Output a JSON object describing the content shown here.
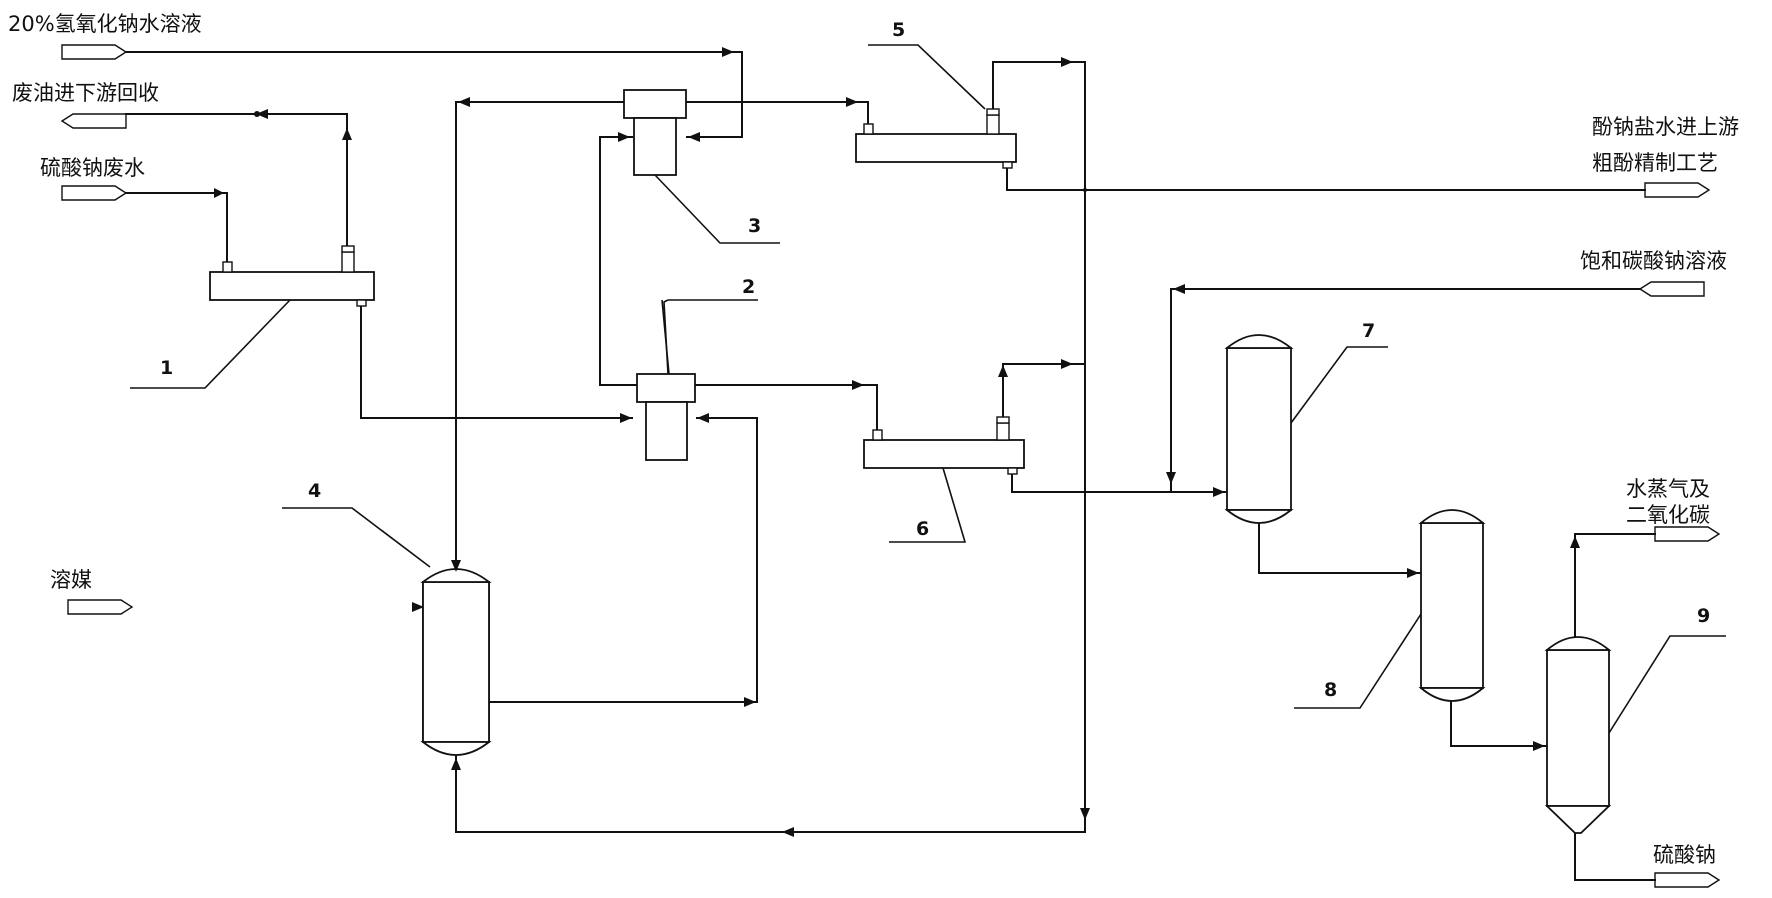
{
  "streams": {
    "naoh_solution": "20%氢氧化钠水溶液",
    "waste_oil": "废油进下游回收",
    "sodium_sulfate_wastewater": "硫酸钠废水",
    "phenolate_brine_line1": "酚钠盐水进上游",
    "phenolate_brine_line2": "粗酚精制工艺",
    "saturated_na2co3": "饱和碳酸钠溶液",
    "steam_co2_line1": "水蒸气及",
    "steam_co2_line2": "二氧化碳",
    "solvent": "溶媒",
    "sodium_sulfate": "硫酸钠"
  },
  "equipment_numbers": {
    "n1": "1",
    "n2": "2",
    "n3": "3",
    "n4": "4",
    "n5": "5",
    "n6": "6",
    "n7": "7",
    "n8": "8",
    "n9": "9"
  }
}
